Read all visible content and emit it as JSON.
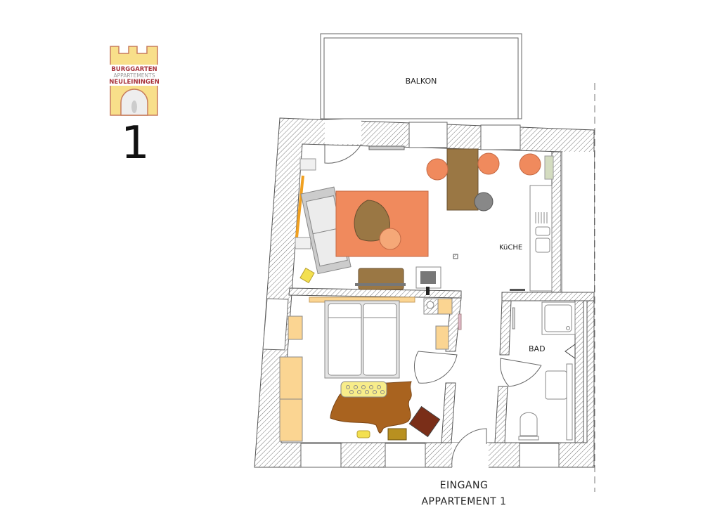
{
  "logo": {
    "line1": "BURGGARTEN",
    "line2": "APPARTEMENTS",
    "line3": "NEULEININGEN"
  },
  "apartment_number": "1",
  "rooms": {
    "balcony": "BALKON",
    "kitchen": "KüCHE",
    "bathroom": "BAD"
  },
  "entrance": {
    "line1": "EINGANG",
    "line2": "APPARTEMENT 1"
  },
  "colors": {
    "orange": "#f08a5d",
    "brown": "#9a7744",
    "wood": "#fbd592",
    "logo_red": "#a8343c"
  }
}
